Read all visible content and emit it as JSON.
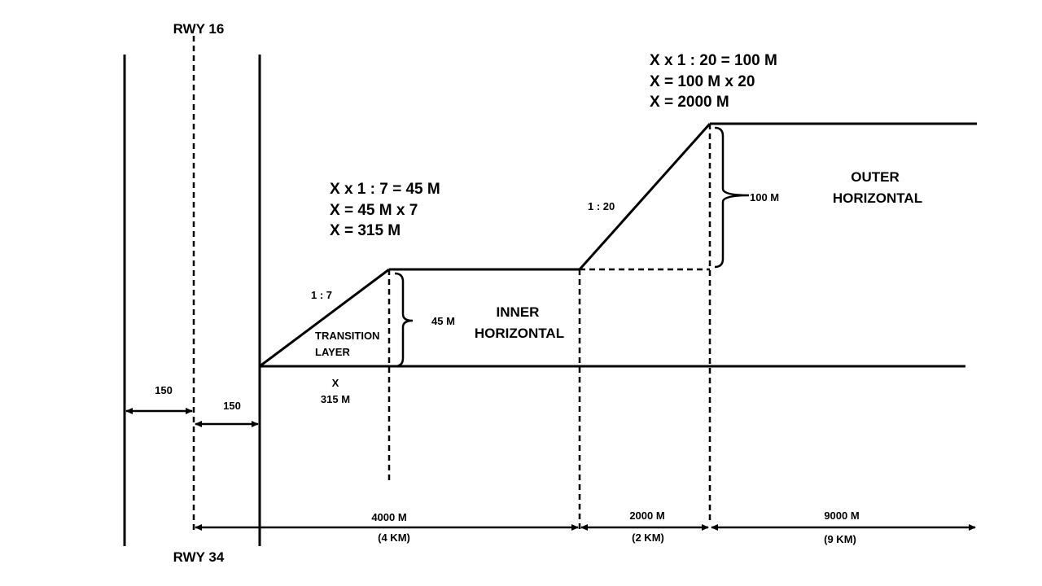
{
  "runway": {
    "top_label": "RWY 16",
    "bottom_label": "RWY 34"
  },
  "offsets": {
    "left": "150",
    "right": "150"
  },
  "transition": {
    "formula": [
      "X x 1 : 7 = 45 M",
      "X = 45 M x 7",
      "X = 315 M"
    ],
    "slope": "1 : 7",
    "layer_label": [
      "TRANSITION",
      "LAYER"
    ],
    "run_label": [
      "X",
      "315 M"
    ],
    "height": "45 M"
  },
  "inner_horizontal": {
    "label": [
      "INNER",
      "HORIZONTAL"
    ]
  },
  "conical": {
    "formula": [
      "X x 1 : 20 = 100 M",
      "X = 100 M x 20",
      "X = 2000 M"
    ],
    "slope": "1 : 20",
    "height": "100 M"
  },
  "outer_horizontal": {
    "label": [
      "OUTER",
      "HORIZONTAL"
    ]
  },
  "dimensions": [
    {
      "value": "4000 M",
      "sub": "(4 KM)"
    },
    {
      "value": "2000 M",
      "sub": "(2 KM)"
    },
    {
      "value": "9000 M",
      "sub": "(9 KM)"
    }
  ]
}
